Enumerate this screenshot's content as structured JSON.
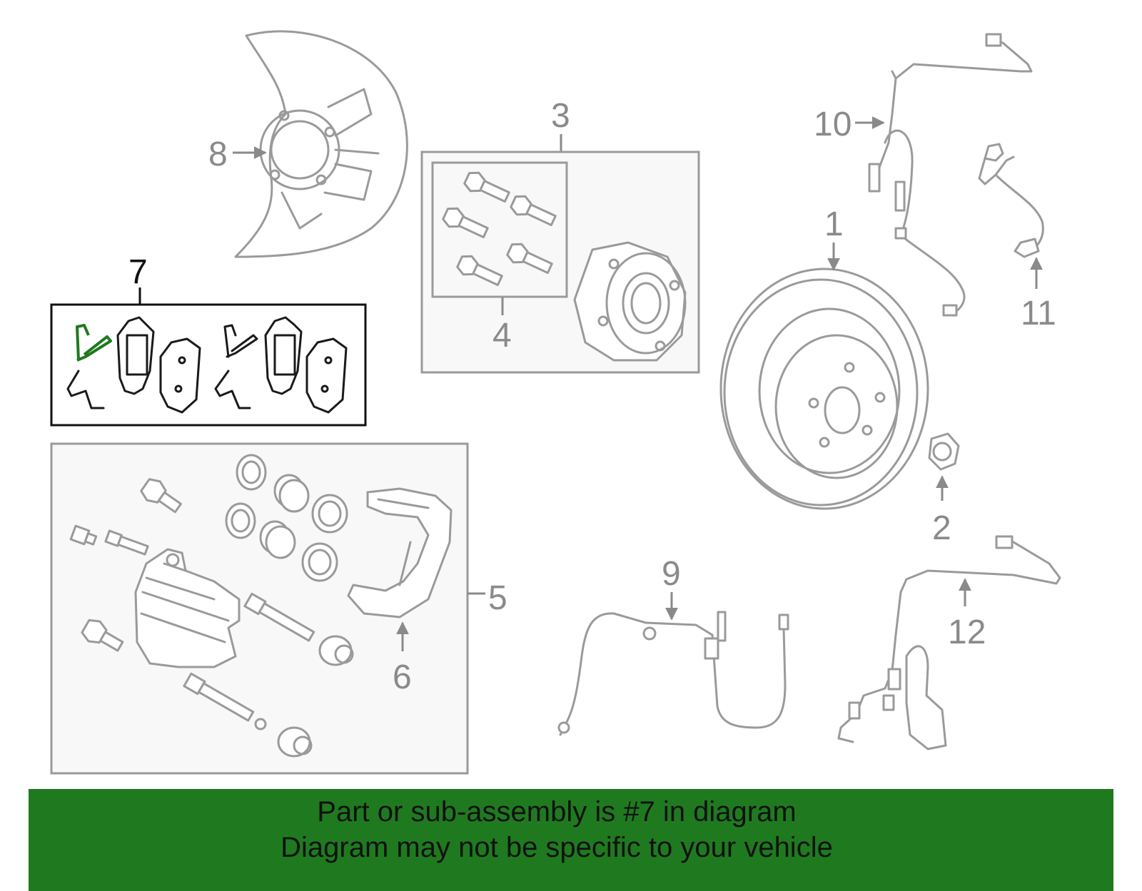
{
  "callouts": {
    "c1": "1",
    "c2": "2",
    "c3": "3",
    "c4": "4",
    "c5": "5",
    "c6": "6",
    "c7": "7",
    "c8": "8",
    "c9": "9",
    "c10": "10",
    "c11": "11",
    "c12": "12"
  },
  "banner": {
    "line1": "Part or sub-assembly is #7 in diagram",
    "line2": "Diagram may not be specific to your vehicle"
  },
  "colors": {
    "banner_bg": "#1f7a1f",
    "highlight": "#1f7a1f",
    "part_stroke": "#9a9a9a",
    "label_grey": "#8a8a8a"
  }
}
